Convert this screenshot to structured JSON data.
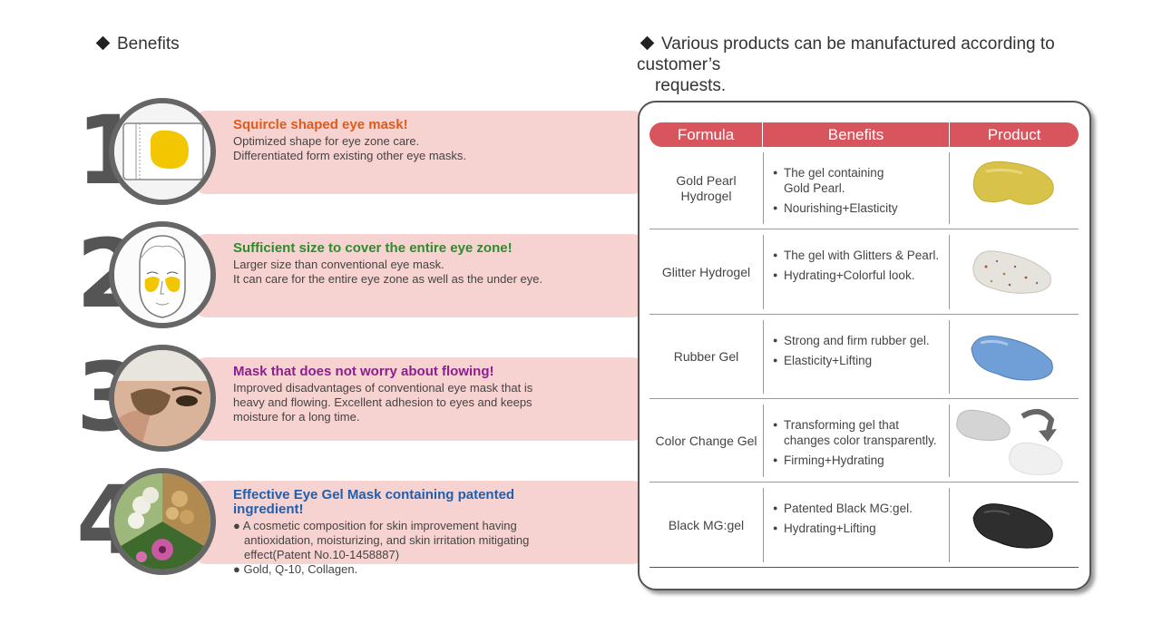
{
  "left_heading": "Benefits",
  "right_heading": {
    "line1": "Various products can be manufactured according to customer’s",
    "line2": "requests."
  },
  "benefits": [
    {
      "number": "1",
      "title": "Squircle shaped eye mask!",
      "title_color": "#e05a1c",
      "lines": [
        "Optimized shape for eye zone care.",
        "Differentiated form existing other eye masks."
      ]
    },
    {
      "number": "2",
      "title": "Sufficient size to cover the entire eye zone!",
      "title_color": "#2e8b2e",
      "lines": [
        "Larger size than conventional eye mask.",
        "It can care for the entire eye zone as well as the under eye."
      ]
    },
    {
      "number": "3",
      "title": "Mask that does not worry about flowing!",
      "title_color": "#8e1e8e",
      "lines": [
        "Improved disadvantages of conventional eye mask that is",
        "heavy and flowing. Excellent adhesion to eyes and keeps",
        "moisture for a long time."
      ]
    },
    {
      "number": "4",
      "title": "Effective Eye Gel Mask containing patented ingredient!",
      "title_color": "#1f5fae",
      "lines": [
        "● A cosmetic composition for skin improvement having",
        "antioxidation, moisturizing, and skin irritation mitigating",
        "effect(Patent No.10-1458887)",
        "● Gold, Q-10, Collagen."
      ]
    }
  ],
  "table": {
    "header": {
      "formula": "Formula",
      "benefits": "Benefits",
      "product": "Product"
    },
    "header_color": "#d8555e",
    "rows": [
      {
        "formula": "Gold Pearl\nHydrogel",
        "benefits": [
          "The gel containing\nGold Pearl.",
          "Nourishing+Elasticity"
        ],
        "product_color": "#d9c24a"
      },
      {
        "formula": "Glitter Hydrogel",
        "benefits": [
          "The gel with Glitters & Pearl.",
          "Hydrating+Colorful look."
        ],
        "product_color": "#e6e3dc"
      },
      {
        "formula": "Rubber Gel",
        "benefits": [
          "Strong and firm rubber gel.",
          "Elasticity+Lifting"
        ],
        "product_color": "#6f9fd6"
      },
      {
        "formula": "Color Change Gel",
        "benefits": [
          "Transforming gel that\nchanges color transparently.",
          "Firming+Hydrating"
        ],
        "product_color": "#d4d4d4"
      },
      {
        "formula": "Black MG:gel",
        "benefits": [
          "Patented Black MG:gel.",
          "Hydrating+Lifting"
        ],
        "product_color": "#2e2e2e"
      }
    ]
  }
}
